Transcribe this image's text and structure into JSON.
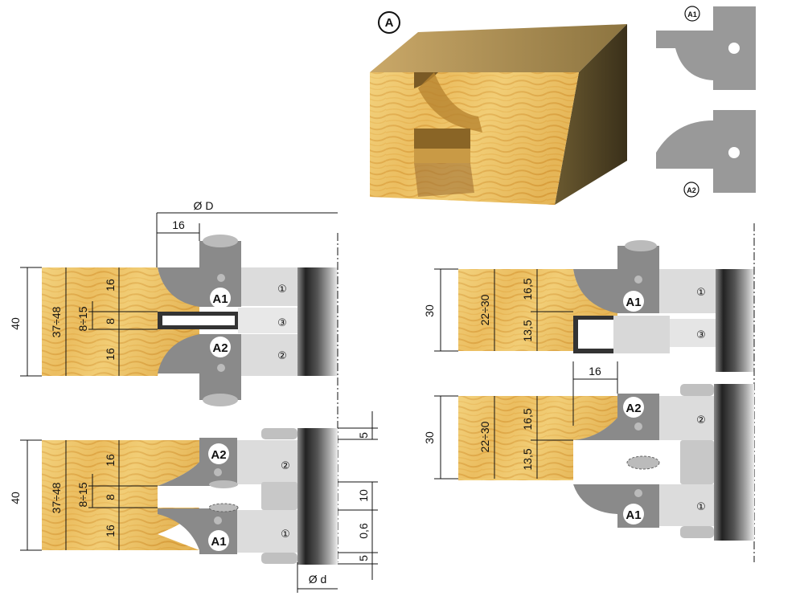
{
  "profile": {
    "main_letter": "A",
    "top_insert": "A1",
    "bottom_insert": "A2"
  },
  "left_top": {
    "diameter_label": "Ø D",
    "depth": "16",
    "height": "40",
    "range": "37÷48",
    "sub_range": "8÷15",
    "top_part": "16",
    "mid_part": "8",
    "bot_part": "16",
    "insert_top": "A1",
    "insert_bottom": "A2",
    "cutter_1": "①",
    "cutter_2": "②",
    "cutter_3": "③"
  },
  "left_bottom": {
    "height": "40",
    "range": "37÷48",
    "sub_range": "8÷15",
    "top_part": "16",
    "mid_part": "8",
    "bot_part": "16",
    "insert_top": "A2",
    "insert_bottom": "A1",
    "cutter_2": "②",
    "cutter_1": "①",
    "spacing_top": "5",
    "spacing_mid": "10",
    "spacing_gap": "0,6",
    "spacing_bot": "5",
    "bore_label": "Ø d"
  },
  "right_top": {
    "height": "30",
    "range": "22÷30",
    "top_part": "16,5",
    "bot_part": "13,5",
    "insert": "A1",
    "cutter_1": "①",
    "cutter_3": "③"
  },
  "right_bottom": {
    "depth": "16",
    "height": "30",
    "range": "22÷30",
    "top_part": "16,5",
    "bot_part": "13,5",
    "insert_top": "A2",
    "insert_bottom": "A1",
    "cutter_2": "②",
    "cutter_1": "①"
  },
  "colors": {
    "wood_light": "#f2cf79",
    "wood_dark": "#d79b36",
    "wood_side": "#4b3f22",
    "steel": "#999999",
    "body_light": "#dcdcdc",
    "body_dark": "#444444"
  }
}
